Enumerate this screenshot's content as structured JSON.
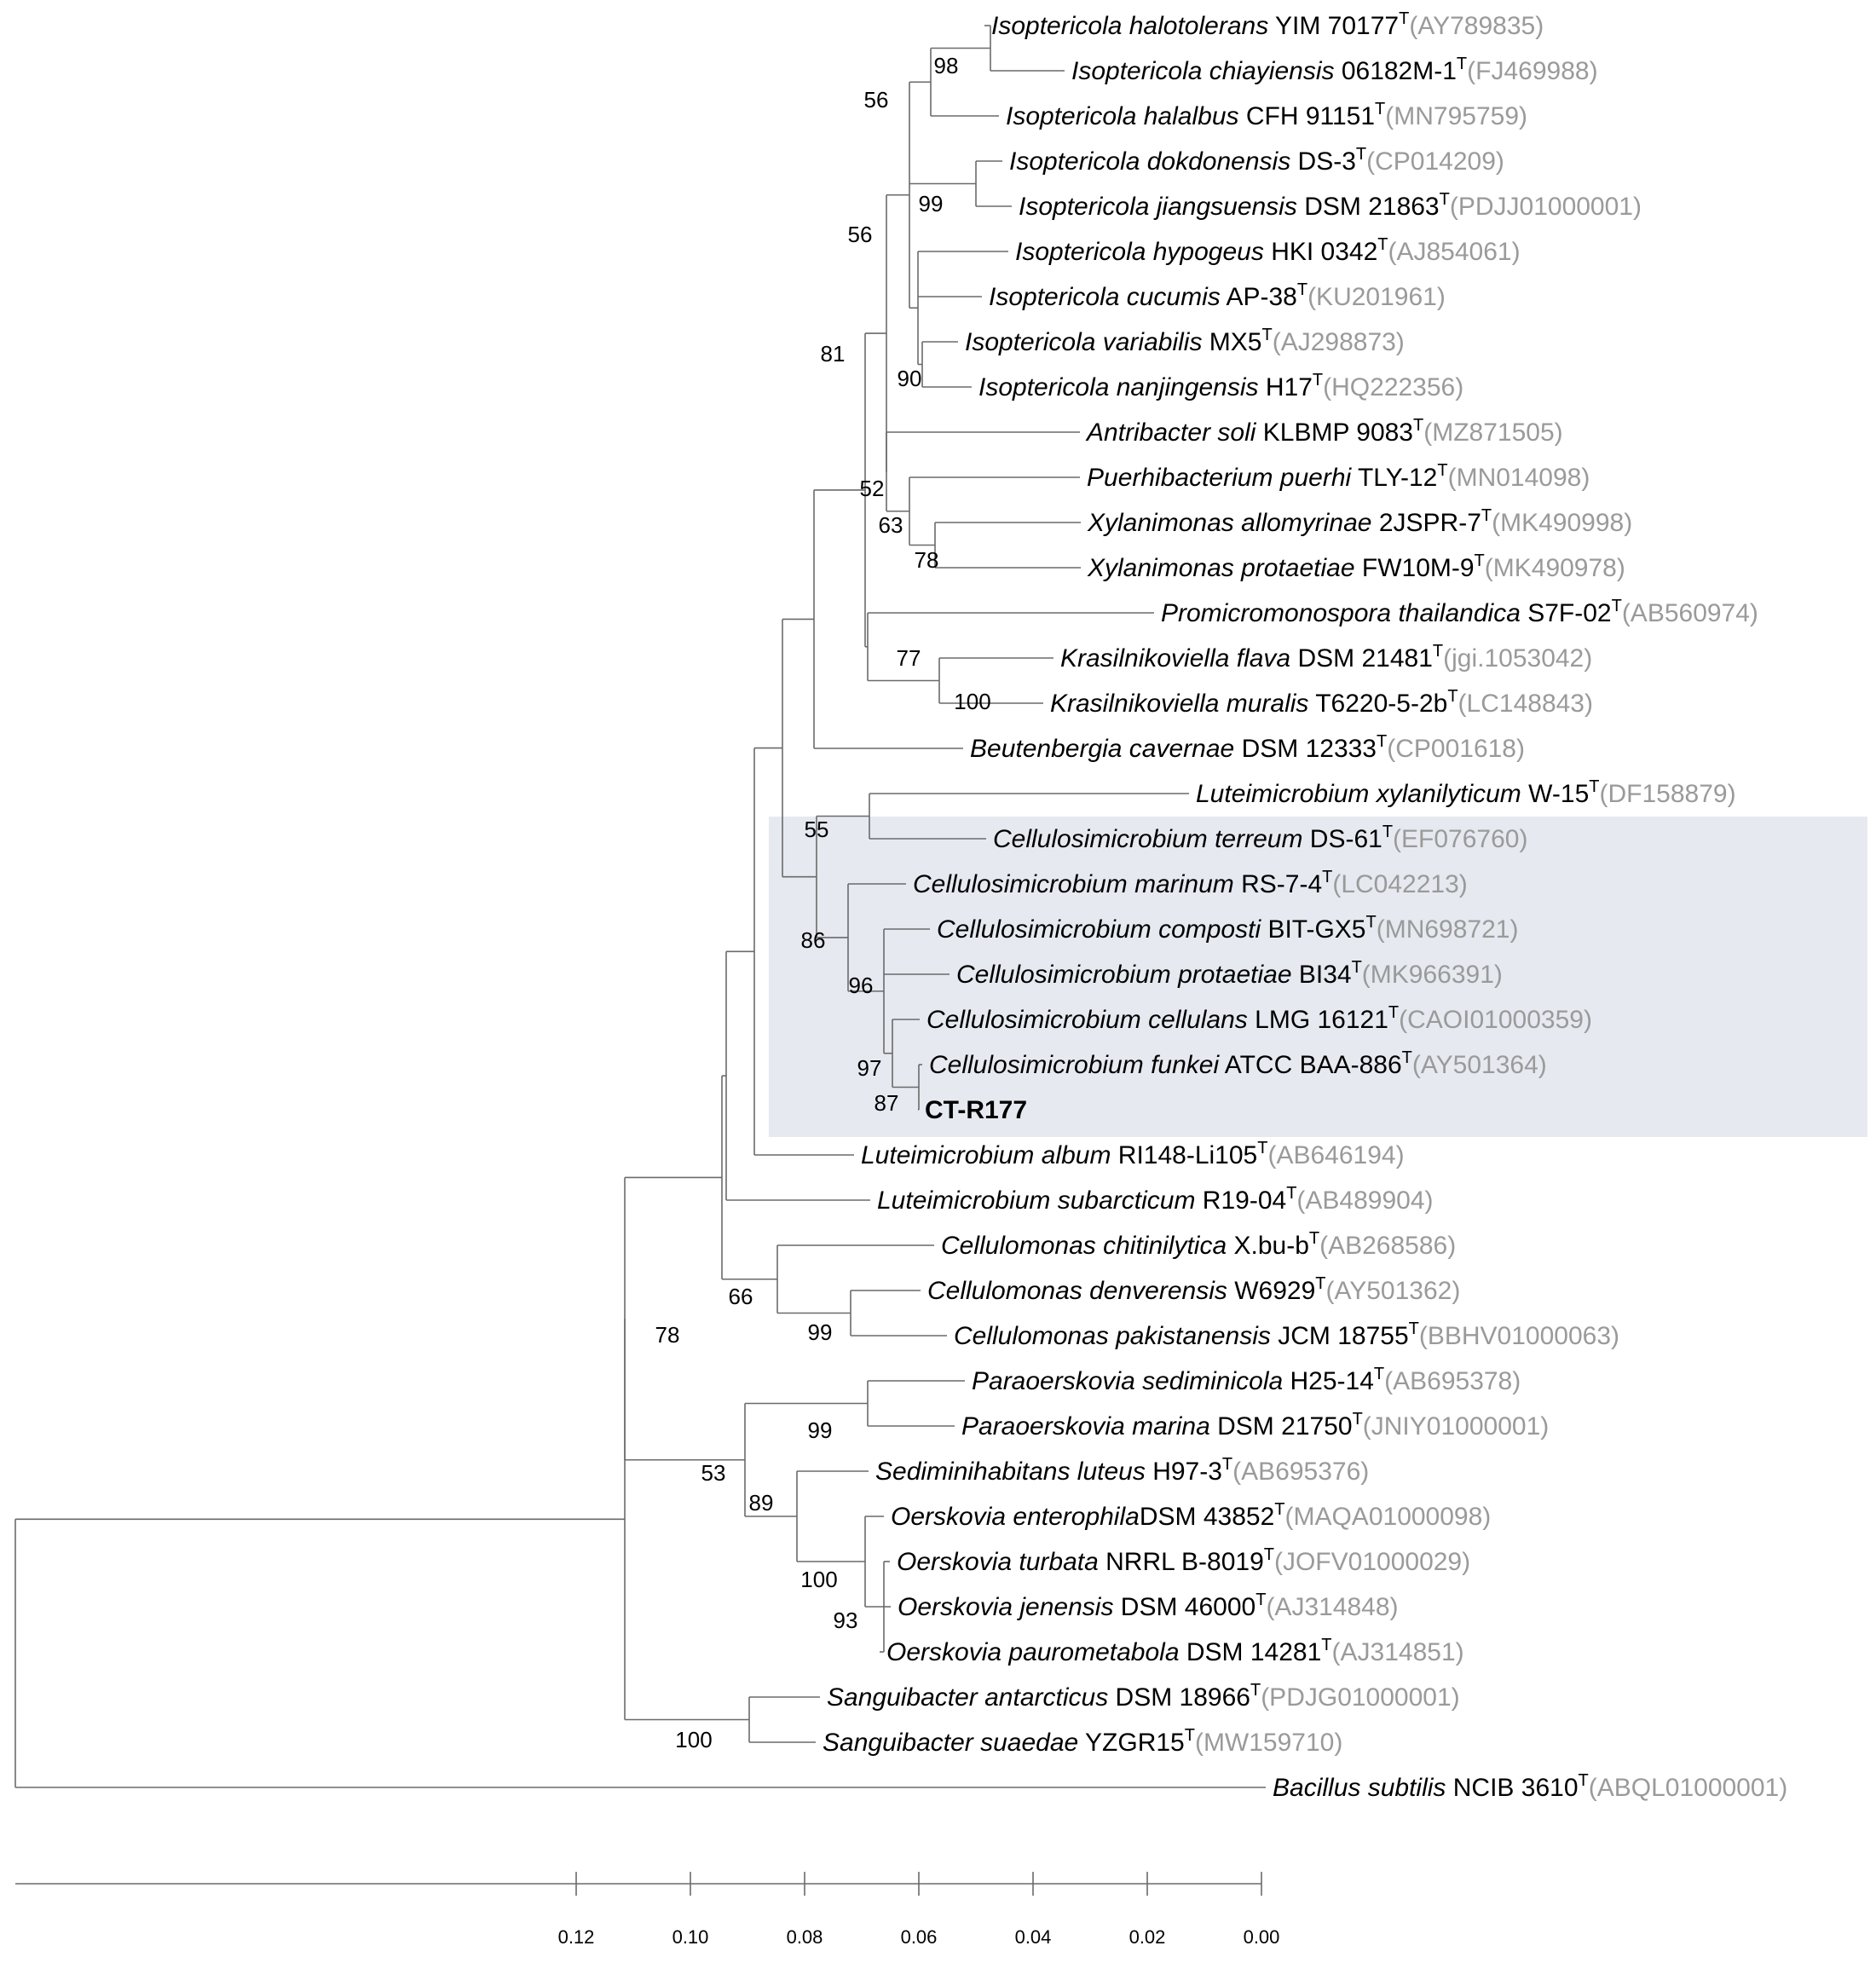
{
  "tree": {
    "highlight_color": "#e6e9f0",
    "tip_label_color": "#000000",
    "accession_color": "#9a9a9a",
    "type_strain_mark": "T",
    "taxa": [
      {
        "species": "Isoptericola halotolerans",
        "strain": "YIM 70177",
        "accession": "(AY789835)"
      },
      {
        "species": "Isoptericola chiayiensis",
        "strain": "06182M-1",
        "accession": "(FJ469988)"
      },
      {
        "species": "Isoptericola halalbus",
        "strain": "CFH 91151",
        "accession": "(MN795759)"
      },
      {
        "species": "Isoptericola dokdonensis",
        "strain": "DS-3",
        "accession": "(CP014209)"
      },
      {
        "species": "Isoptericola jiangsuensis",
        "strain": "DSM 21863",
        "accession": "(PDJJ01000001)"
      },
      {
        "species": "Isoptericola hypogeus",
        "strain": "HKI 0342",
        "accession": "(AJ854061)"
      },
      {
        "species": "Isoptericola cucumis",
        "strain": "AP-38",
        "accession": "(KU201961)"
      },
      {
        "species": "Isoptericola variabilis",
        "strain": "MX5",
        "accession": "(AJ298873)"
      },
      {
        "species": "Isoptericola nanjingensis",
        "strain": "H17",
        "accession": "(HQ222356)"
      },
      {
        "species": "Antribacter soli",
        "strain": "KLBMP 9083",
        "accession": "(MZ871505)"
      },
      {
        "species": "Puerhibacterium puerhi",
        "strain": "TLY-12",
        "accession": "(MN014098)"
      },
      {
        "species": "Xylanimonas allomyrinae",
        "strain": "2JSPR-7",
        "accession": "(MK490998)"
      },
      {
        "species": "Xylanimonas protaetiae",
        "strain": "FW10M-9",
        "accession": "(MK490978)"
      },
      {
        "species": "Promicromonospora thailandica",
        "strain": "S7F-02",
        "accession": "(AB560974)"
      },
      {
        "species": "Krasilnikoviella flava",
        "strain": "DSM 21481",
        "accession": "(jgi.1053042)"
      },
      {
        "species": "Krasilnikoviella muralis",
        "strain": "T6220-5-2b",
        "accession": "(LC148843)"
      },
      {
        "species": "Beutenbergia cavernae",
        "strain": "DSM 12333",
        "accession": "(CP001618)"
      },
      {
        "species": "Luteimicrobium xylanilyticum",
        "strain": "W-15",
        "accession": "(DF158879)"
      },
      {
        "species": "Cellulosimicrobium terreum",
        "strain": "DS-61",
        "accession": "(EF076760)"
      },
      {
        "species": "Cellulosimicrobium marinum",
        "strain": "RS-7-4",
        "accession": "(LC042213)"
      },
      {
        "species": "Cellulosimicrobium composti",
        "strain": "BIT-GX5",
        "accession": "(MN698721)"
      },
      {
        "species": "Cellulosimicrobium protaetiae",
        "strain": "BI34",
        "accession": "(MK966391)"
      },
      {
        "species": "Cellulosimicrobium cellulans",
        "strain": "LMG 16121",
        "accession": "(CAOI01000359)"
      },
      {
        "species": "Cellulosimicrobium funkei",
        "strain": "ATCC BAA-886",
        "accession": "(AY501364)"
      },
      {
        "species": "",
        "strain": "CT-R177",
        "accession": "",
        "bold": true
      },
      {
        "species": "Luteimicrobium album",
        "strain": "RI148-Li105",
        "accession": "(AB646194)"
      },
      {
        "species": "Luteimicrobium subarcticum",
        "strain": "R19-04",
        "accession": "(AB489904)"
      },
      {
        "species": "Cellulomonas chitinilytica",
        "strain": "X.bu-b",
        "accession": "(AB268586)"
      },
      {
        "species": "Cellulomonas denverensis",
        "strain": "W6929",
        "accession": "(AY501362)"
      },
      {
        "species": "Cellulomonas pakistanensis",
        "strain": "JCM 18755",
        "accession": "(BBHV01000063)"
      },
      {
        "species": "Paraoerskovia sediminicola",
        "strain": "H25-14",
        "accession": "(AB695378)"
      },
      {
        "species": "Paraoerskovia marina",
        "strain": "DSM 21750",
        "accession": "(JNIY01000001)"
      },
      {
        "species": "Sediminihabitans luteus",
        "strain": "H97-3",
        "accession": "(AB695376)"
      },
      {
        "species": "Oerskovia enterophila",
        "strain": "DSM 43852",
        "accession": "(MAQA01000098)",
        "no_space": true
      },
      {
        "species": "Oerskovia turbata",
        "strain": "NRRL B-8019",
        "accession": "(JOFV01000029)"
      },
      {
        "species": "Oerskovia jenensis",
        "strain": "DSM 46000",
        "accession": "(AJ314848)"
      },
      {
        "species": "Oerskovia paurometabola",
        "strain": "DSM 14281",
        "accession": "(AJ314851)"
      },
      {
        "species": "Sanguibacter antarcticus",
        "strain": "DSM 18966",
        "accession": "(PDJG01000001)"
      },
      {
        "species": "Sanguibacter suaedae",
        "strain": "YZGR15",
        "accession": "(MW159710)"
      },
      {
        "species": "Bacillus subtilis",
        "strain": "NCIB 3610",
        "accession": "(ABQL01000001)"
      }
    ],
    "bootstrap": [
      "98",
      "56",
      "99",
      "56",
      "90",
      "81",
      "52",
      "63",
      "78",
      "77",
      "100",
      "55",
      "86",
      "96",
      "97",
      "87",
      "66",
      "99",
      "78",
      "99",
      "53",
      "89",
      "100",
      "93",
      "100"
    ],
    "scale": {
      "ticks": [
        "0.12",
        "0.10",
        "0.08",
        "0.06",
        "0.04",
        "0.02",
        "0.00"
      ]
    }
  }
}
